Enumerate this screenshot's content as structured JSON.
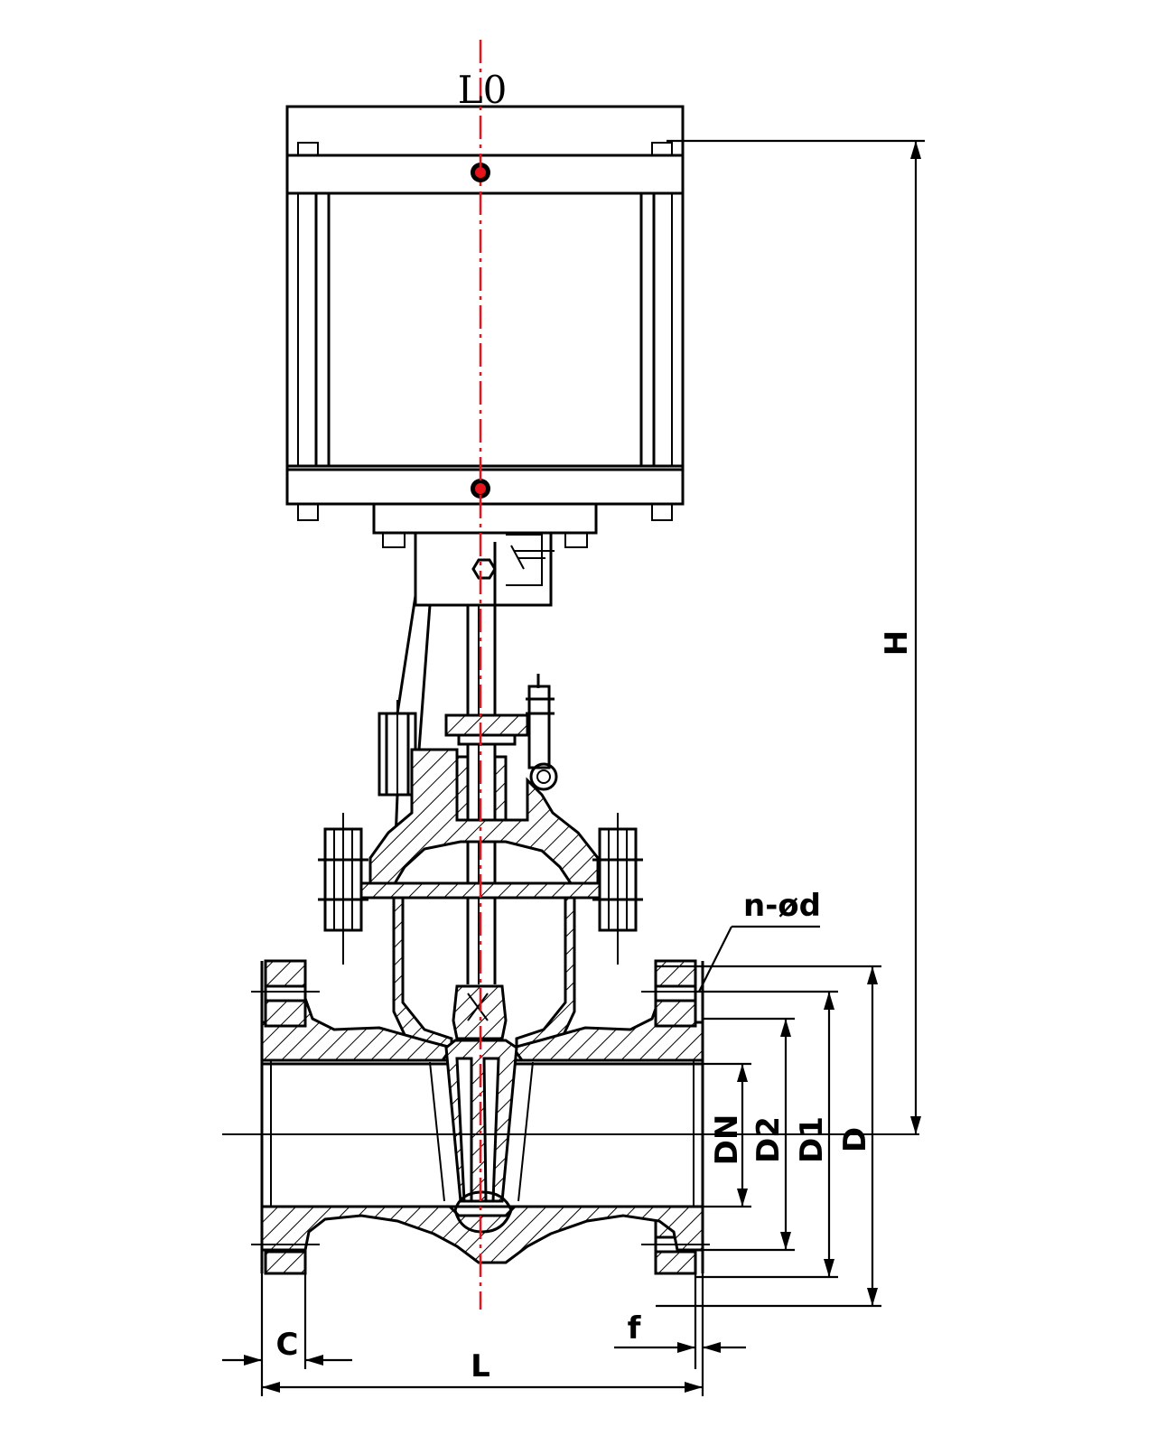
{
  "labels": {
    "lo": "L0",
    "h": "H",
    "n_d": "n-ød",
    "dn": "DN",
    "d2": "D2",
    "d1": "D1",
    "d": "D",
    "c": "C",
    "f": "f",
    "l": "L"
  },
  "colors": {
    "centerline": "#e8141b",
    "lines": "#000000",
    "background": "#ffffff"
  }
}
